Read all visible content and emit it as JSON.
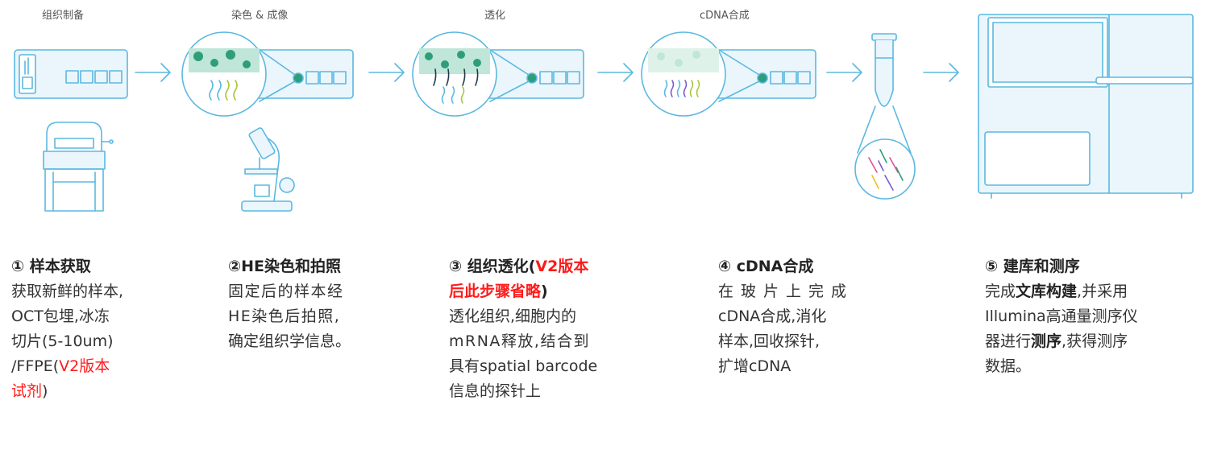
{
  "stages": [
    {
      "label": "组织制备"
    },
    {
      "label": "染色 & 成像"
    },
    {
      "label": "透化"
    },
    {
      "label": "cDNA合成"
    }
  ],
  "steps": [
    {
      "head": "① 样本获取",
      "lines": [
        "获取新鲜的样本,",
        "OCT包埋,冰冻",
        "切片(5-10um)",
        "/FFPE("
      ],
      "red_inline": "V2版本",
      "red_line": "试剂",
      "tail": ")"
    },
    {
      "head": "②HE染色和拍照",
      "lines": [
        "固定后的样本经",
        "HE染色后拍照,",
        "确定组织学信息。"
      ]
    },
    {
      "head_prefix": "③ 组织透化(",
      "head_red1": "V2版本",
      "head_red2": "后此步骤省略",
      "head_suffix": ")",
      "lines": [
        "透化组织,细胞内的",
        "mRNA释放,结合到",
        "具有spatial barcode",
        "信息的探针上"
      ]
    },
    {
      "head": "④ cDNA合成",
      "lines": [
        "在玻片上完成",
        "cDNA合成,消化",
        "样本,回收探针,",
        "扩增cDNA"
      ]
    },
    {
      "head": "⑤ 建库和测序",
      "line1_a": "完成",
      "line1_bold": "文库构建",
      "line1_b": ",并采用",
      "line2": "Illumina高通量测序仪",
      "line3_a": "器进行",
      "line3_bold": "测序",
      "line3_b": ",获得测序",
      "line4": "数据。"
    }
  ],
  "colors": {
    "line": "#5bb8e0",
    "fill": "#eaf6fc",
    "tissue": "#2e9e7a",
    "tissue_light": "#bfe6d8",
    "red": "#ff1a1a"
  }
}
